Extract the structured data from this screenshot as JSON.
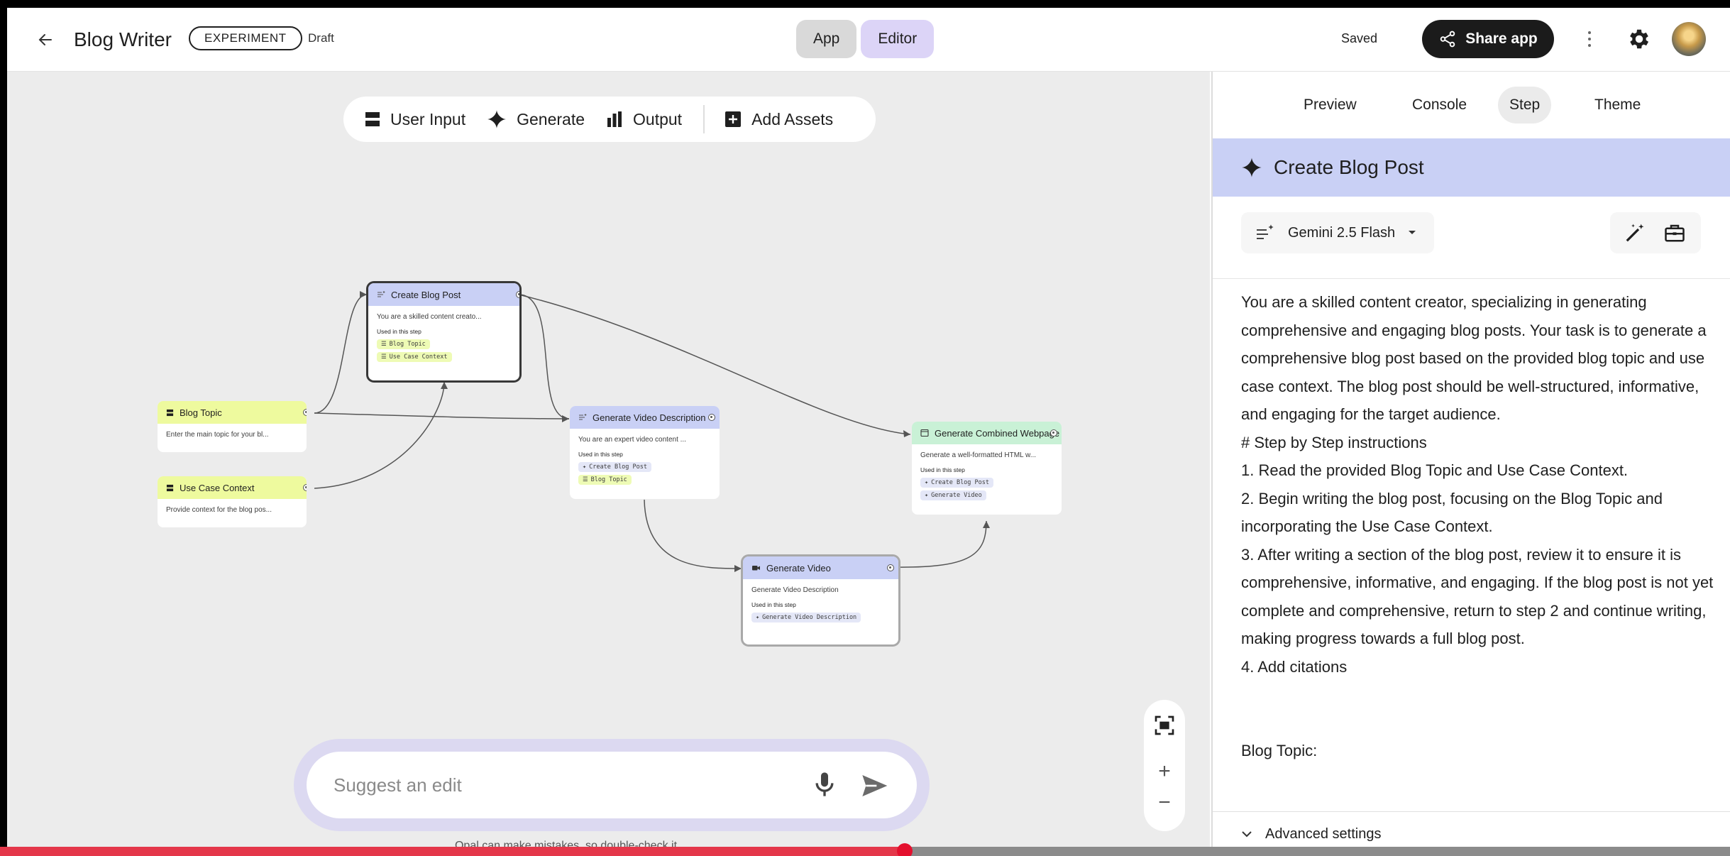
{
  "header": {
    "title": "Blog Writer",
    "badge": "EXPERIMENT",
    "status": "Draft",
    "modes": [
      "App",
      "Editor"
    ],
    "active_mode": "Editor",
    "saved": "Saved",
    "share_label": "Share app"
  },
  "canvas": {
    "toolbar": [
      {
        "label": "User Input",
        "icon": "list-input-icon"
      },
      {
        "label": "Generate",
        "icon": "sparkle-icon"
      },
      {
        "label": "Output",
        "icon": "output-bars-icon"
      },
      {
        "label": "Add Assets",
        "icon": "add-box-icon"
      }
    ],
    "nodes": {
      "blog_topic": {
        "title": "Blog Topic",
        "desc": "Enter the main topic for your bl..."
      },
      "use_case": {
        "title": "Use Case Context",
        "desc": "Provide context for the blog pos..."
      },
      "create_post": {
        "title": "Create Blog Post",
        "desc": "You are a skilled content creato...",
        "used": "Used in this step",
        "chips": [
          "Blog Topic",
          "Use Case Context"
        ]
      },
      "video_desc": {
        "title": "Generate Video Description",
        "desc": "You are an expert video content ...",
        "used": "Used in this step",
        "chips": [
          "Create Blog Post",
          "Blog Topic"
        ]
      },
      "gen_video": {
        "title": "Generate Video",
        "desc": "Generate Video Description",
        "used": "Used in this step",
        "chips": [
          "Generate Video Description"
        ]
      },
      "combined": {
        "title": "Generate Combined Webpage",
        "desc": "Generate a well-formatted HTML w...",
        "used": "Used in this step",
        "chips": [
          "Create Blog Post",
          "Generate Video"
        ]
      }
    },
    "suggest_placeholder": "Suggest an edit",
    "disclaimer": "Opal can make mistakes, so double-check it"
  },
  "panel": {
    "tabs": [
      "Preview",
      "Console",
      "Step",
      "Theme"
    ],
    "active_tab": "Step",
    "step_title": "Create Blog Post",
    "model": "Gemini 2.5 Flash",
    "prompt": [
      "You are a skilled content creator, specializing in generating comprehensive and engaging blog posts. Your task is to generate a comprehensive blog post based on the provided blog topic and use case context. The blog post should be well-structured, informative, and engaging for the target audience.",
      "# Step by Step instructions",
      "1. Read the provided Blog Topic and Use Case Context.",
      "2. Begin writing the blog post, focusing on the Blog Topic and incorporating the Use Case Context.",
      "3. After writing a section of the blog post, review it to ensure it is comprehensive, informative, and engaging. If the blog post is not yet complete and comprehensive, return to step 2 and continue writing, making progress towards a full blog post.",
      "4. Add citations",
      "Blog Topic:"
    ],
    "advanced": "Advanced settings"
  },
  "video_progress": 0.523,
  "colors": {
    "accent_purple": "#c9d0f5",
    "input_yellow": "#eefa9e",
    "output_green": "#c9f1d6",
    "editor_active": "#dcd4f7",
    "progress_red": "#e4374a"
  }
}
